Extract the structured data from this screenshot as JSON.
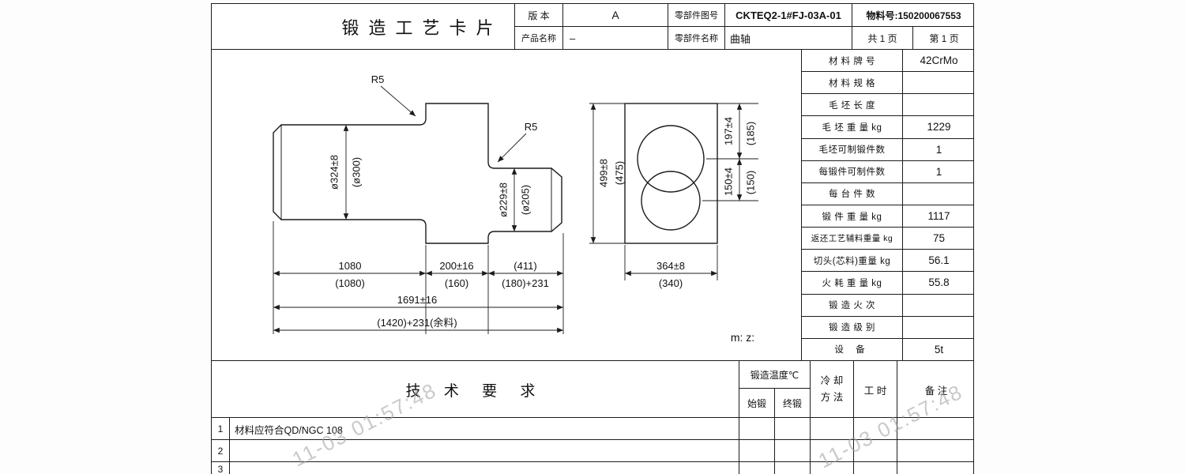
{
  "watermark": {
    "text": "11-03 01:57:48"
  },
  "header": {
    "title": "锻造工艺卡片",
    "version_label": "版 本",
    "version_value": "A",
    "part_no_label": "零部件图号",
    "part_no_value": "CKTEQ2-1#FJ-03A-01",
    "material_no": "物料号:150200067553",
    "product_name_label": "产品名称",
    "product_name_value": "–",
    "part_name_label": "零部件名称",
    "part_name_value": "曲轴",
    "total_pages": "共 1 页",
    "page_no": "第 1 页"
  },
  "material_table": {
    "rows": [
      {
        "label": "材 料 牌 号",
        "value": "42CrMo"
      },
      {
        "label": "材 料 规 格",
        "value": ""
      },
      {
        "label": "毛 坯 长 度",
        "value": ""
      },
      {
        "label": "毛 坯 重 量 kg",
        "value": "1229"
      },
      {
        "label": "毛坯可制锻件数",
        "value": "1"
      },
      {
        "label": "每锻件可制件数",
        "value": "1"
      },
      {
        "label": "每 台 件 数",
        "value": ""
      },
      {
        "label": "锻 件 重 量 kg",
        "value": "1117"
      },
      {
        "label": "返还工艺辅料重量 kg",
        "value": "75"
      },
      {
        "label": "切头(芯料)重量 kg",
        "value": "56.1"
      },
      {
        "label": "火 耗 重 量 kg",
        "value": "55.8"
      },
      {
        "label": "锻 造 火 次",
        "value": ""
      },
      {
        "label": "锻 造 级 别",
        "value": ""
      },
      {
        "label": "设 备",
        "value": "5t"
      }
    ]
  },
  "drawing": {
    "fillet_top": "R5",
    "fillet_mid": "R5",
    "dia_main": "ø324±8",
    "dia_main_ref": "(ø300)",
    "dia_small": "ø229±8",
    "dia_small_ref": "(ø205)",
    "len_left": "1080",
    "len_left_ref": "(1080)",
    "len_mid": "200±16",
    "len_mid_ref": "(160)",
    "len_right": "(411)",
    "len_right_ref": "(180)+231",
    "len_total": "1691±16",
    "len_total_ref": "(1420)+231(余料)",
    "height_total": "499±8",
    "height_total_ref": "(475)",
    "dim_197": "197±4",
    "dim_197_ref": "(185)",
    "dim_150": "150±4",
    "dim_150_ref": "(150)",
    "width_end": "364±8",
    "width_end_ref": "(340)",
    "note_mz": "m: z:"
  },
  "tech": {
    "title": "技 术 要 求",
    "temp_header": "锻造温度℃",
    "temp_start": "始锻",
    "temp_end": "终锻",
    "cooling_line1": "冷 却",
    "cooling_line2": "方 法",
    "hours": "工 时",
    "remarks": "备 注",
    "rows": [
      {
        "no": "1",
        "text": "材料应符合QD/NGC 108"
      },
      {
        "no": "2",
        "text": ""
      },
      {
        "no": "3",
        "text": ""
      }
    ]
  }
}
